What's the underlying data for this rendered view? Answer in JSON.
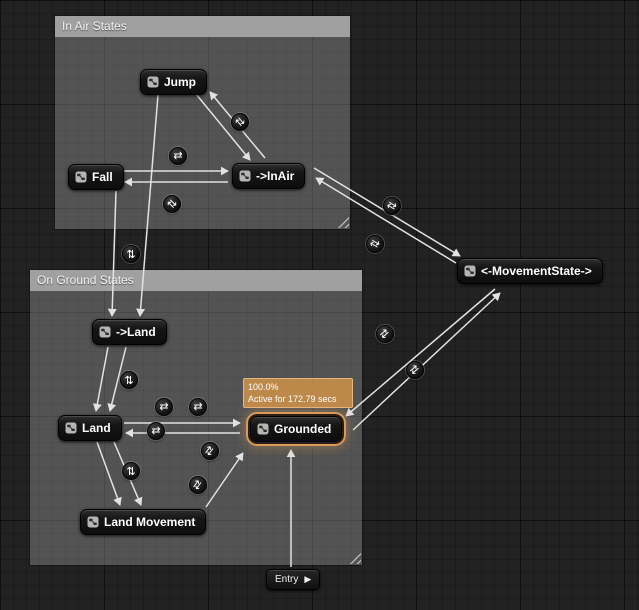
{
  "graph": {
    "comments": [
      {
        "id": "in_air",
        "title": "In Air States"
      },
      {
        "id": "on_ground",
        "title": "On Ground States"
      }
    ],
    "nodes": {
      "jump": {
        "label": "Jump"
      },
      "fall": {
        "label": "Fall"
      },
      "in_air": {
        "label": "->InAir"
      },
      "to_land": {
        "label": "->Land"
      },
      "land": {
        "label": "Land"
      },
      "land_movement": {
        "label": "Land Movement"
      },
      "grounded": {
        "label": "Grounded",
        "active": true
      },
      "movement_state": {
        "label": "<-MovementState->"
      }
    },
    "entry": {
      "label": "Entry"
    },
    "active_tooltip": {
      "weight": "100.0%",
      "status": "Active for 172.79 secs"
    }
  },
  "icons": {
    "transition": "⇄",
    "entry_play": "▶"
  },
  "colors": {
    "active_highlight": "#d9995a",
    "wire": "#e2e2e2",
    "comment_header": "#a8a8a8"
  }
}
